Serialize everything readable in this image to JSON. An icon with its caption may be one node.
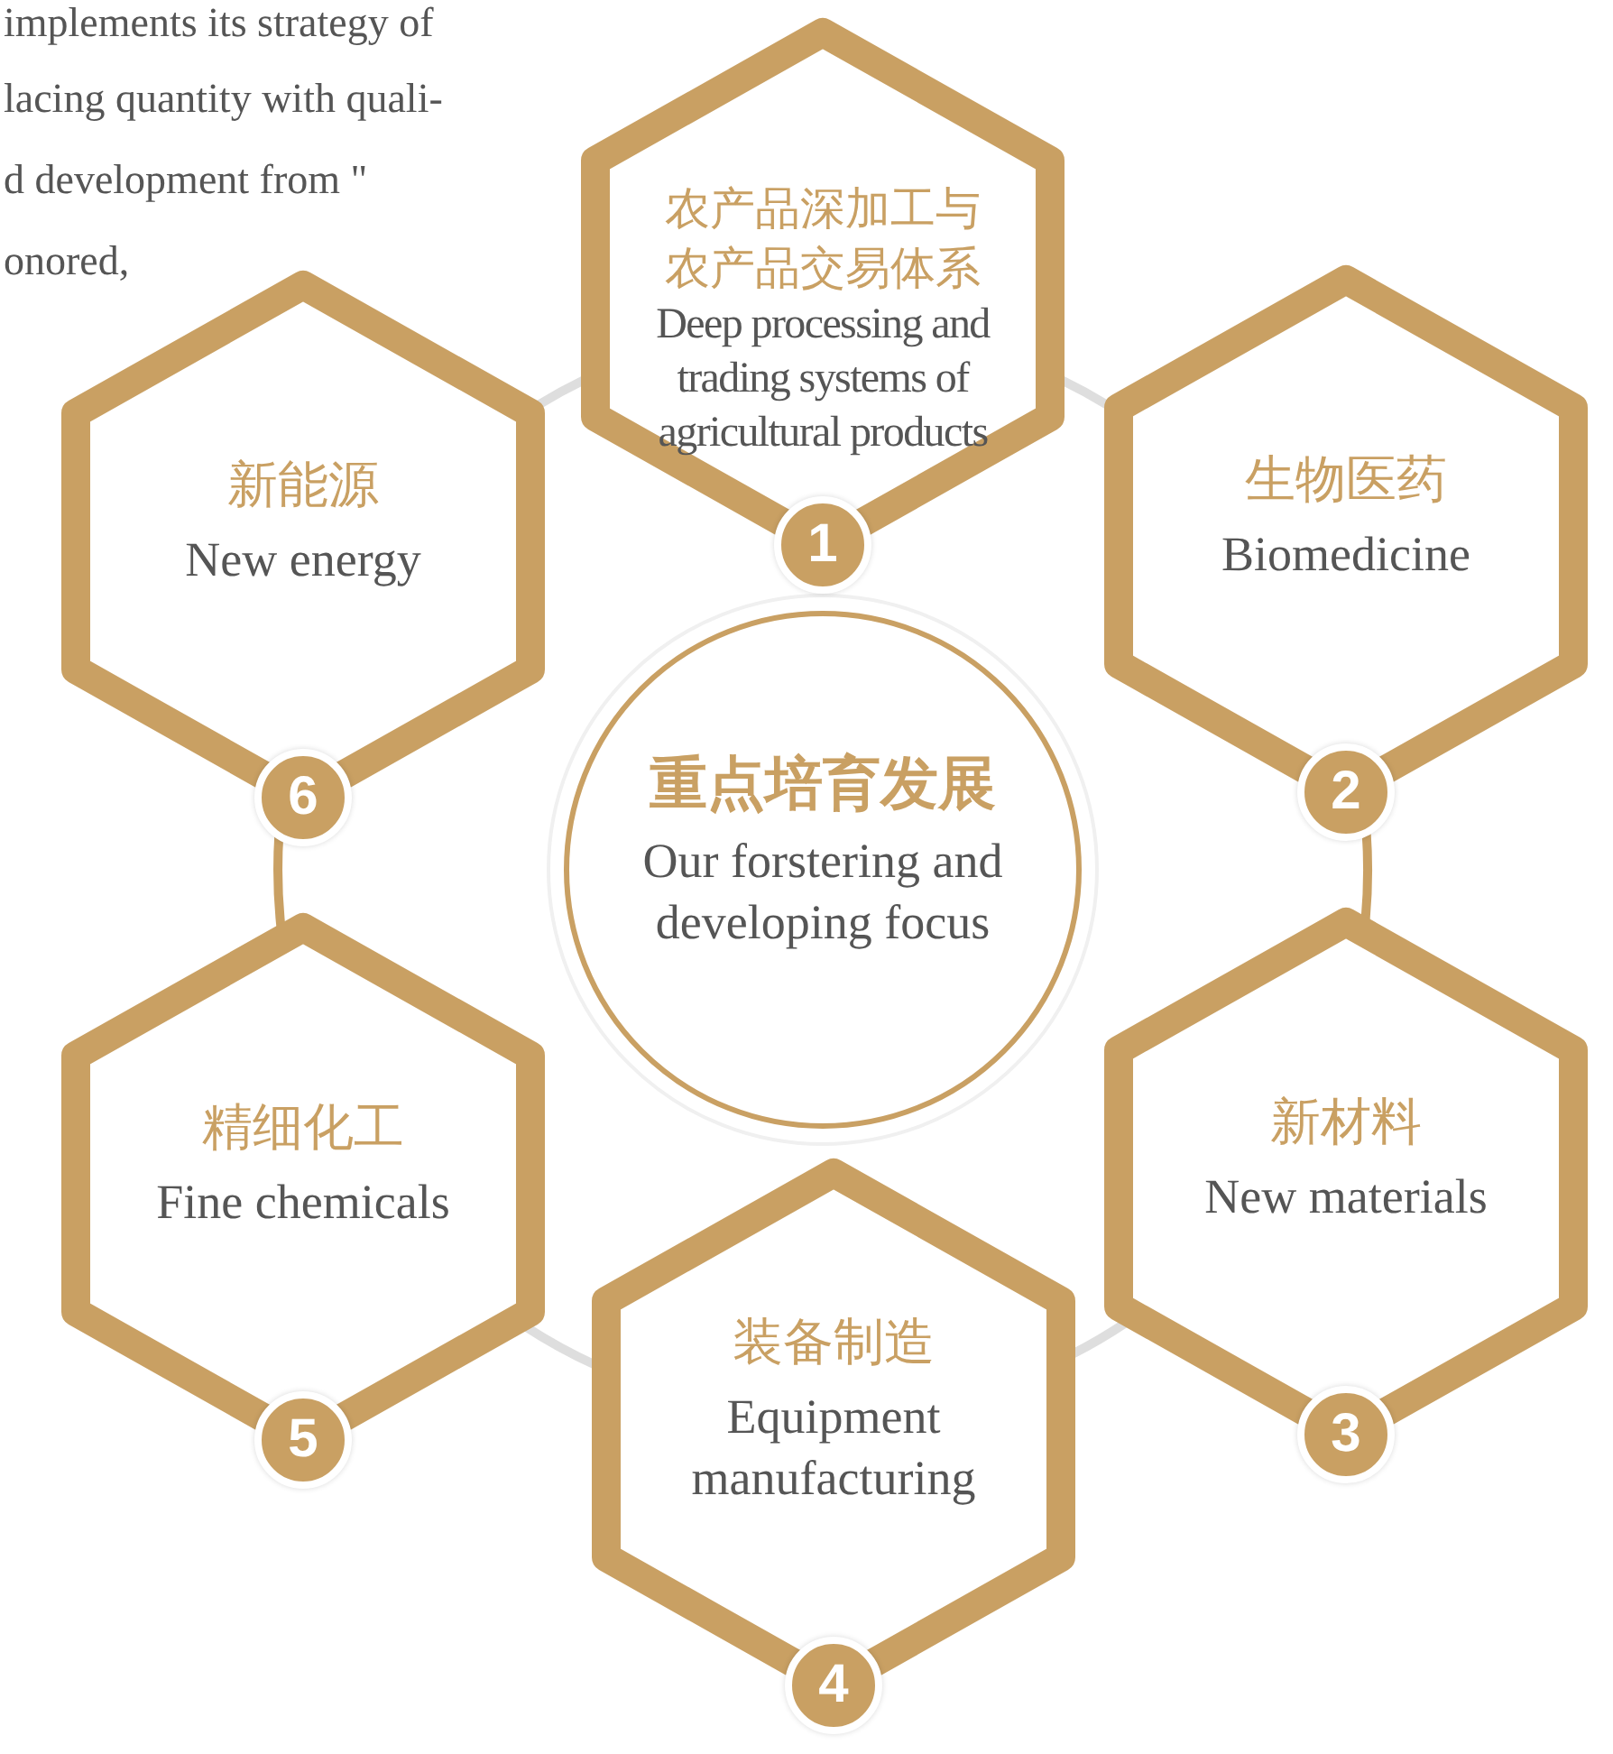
{
  "diagram": {
    "nodes": [
      {
        "text": [
          "重点培育发展",
          "Our forstering and developing focus"
        ]
      },
      {
        "text": [
          "农产品深加工与农产品交易体系",
          "Deep processing and trading systems of agricultural products"
        ],
        "beside": [
          "1"
        ]
      },
      {
        "text": [
          "生物医药",
          "Biomedicine"
        ],
        "beside": [
          "2"
        ]
      },
      {
        "text": [
          "新材料",
          "New materials"
        ],
        "beside": [
          "3"
        ]
      },
      {
        "text": [
          "装备制造",
          "Equipment manufacturing"
        ],
        "beside": [
          "4"
        ]
      },
      {
        "text": [
          "精细化工",
          "Fine chemicals"
        ],
        "beside": [
          "5"
        ]
      },
      {
        "text": [
          "新能源",
          "New energy"
        ],
        "beside": [
          "6"
        ]
      }
    ],
    "edges": [
      {
        "from": 1,
        "to": 2,
        "arrow": "none"
      },
      {
        "from": 2,
        "to": 3,
        "arrow": "none",
        "color": "#c9a063"
      },
      {
        "from": 3,
        "to": 4,
        "arrow": "none"
      },
      {
        "from": 4,
        "to": 5,
        "arrow": "none"
      },
      {
        "from": 5,
        "to": 6,
        "arrow": "none",
        "color": "#c9a063"
      },
      {
        "from": 6,
        "to": 1,
        "arrow": "none"
      }
    ],
    "labels": [
      "implements its strategy of",
      "lacing quantity with quali-",
      "d development from \"",
      "onored,"
    ]
  }
}
